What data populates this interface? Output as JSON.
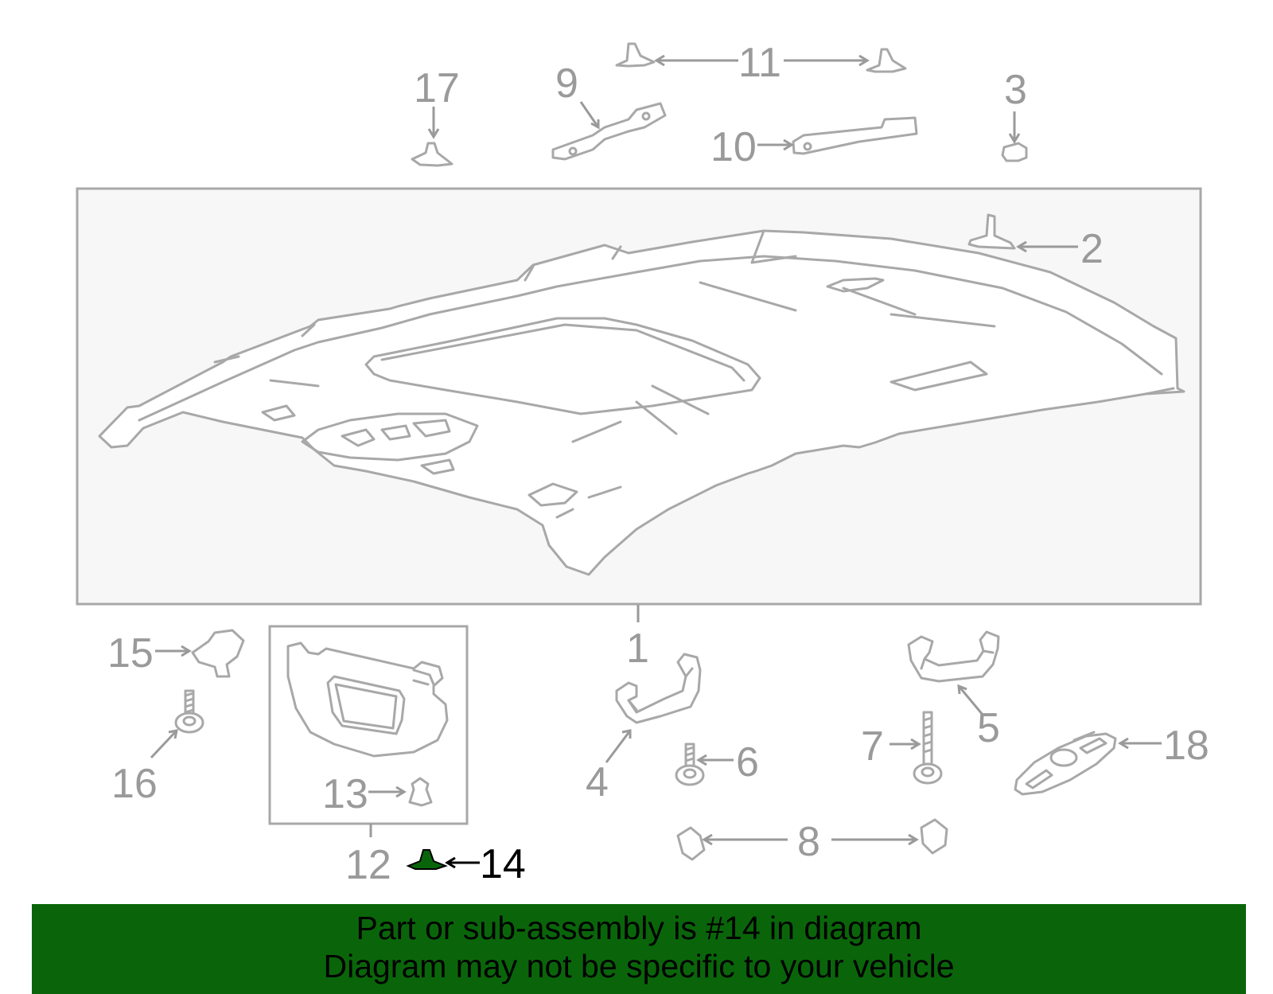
{
  "diagram": {
    "callouts": [
      {
        "id": "1",
        "label": "1"
      },
      {
        "id": "2",
        "label": "2"
      },
      {
        "id": "3",
        "label": "3"
      },
      {
        "id": "4",
        "label": "4"
      },
      {
        "id": "5",
        "label": "5"
      },
      {
        "id": "6",
        "label": "6"
      },
      {
        "id": "7",
        "label": "7"
      },
      {
        "id": "8",
        "label": "8"
      },
      {
        "id": "9",
        "label": "9"
      },
      {
        "id": "10",
        "label": "10"
      },
      {
        "id": "11",
        "label": "11"
      },
      {
        "id": "12",
        "label": "12"
      },
      {
        "id": "13",
        "label": "13"
      },
      {
        "id": "14",
        "label": "14"
      },
      {
        "id": "15",
        "label": "15"
      },
      {
        "id": "16",
        "label": "16"
      },
      {
        "id": "17",
        "label": "17"
      },
      {
        "id": "18",
        "label": "18"
      }
    ],
    "highlighted_part": "14",
    "colors": {
      "line": "#a8a8a8",
      "label": "#9a9a9a",
      "highlight_fill": "#0a650a",
      "highlight_label": "#000000",
      "banner_bg": "#0a650a"
    }
  },
  "banner": {
    "line1": "Part or sub-assembly is #14 in diagram",
    "line2": "Diagram may not be specific to your vehicle"
  }
}
